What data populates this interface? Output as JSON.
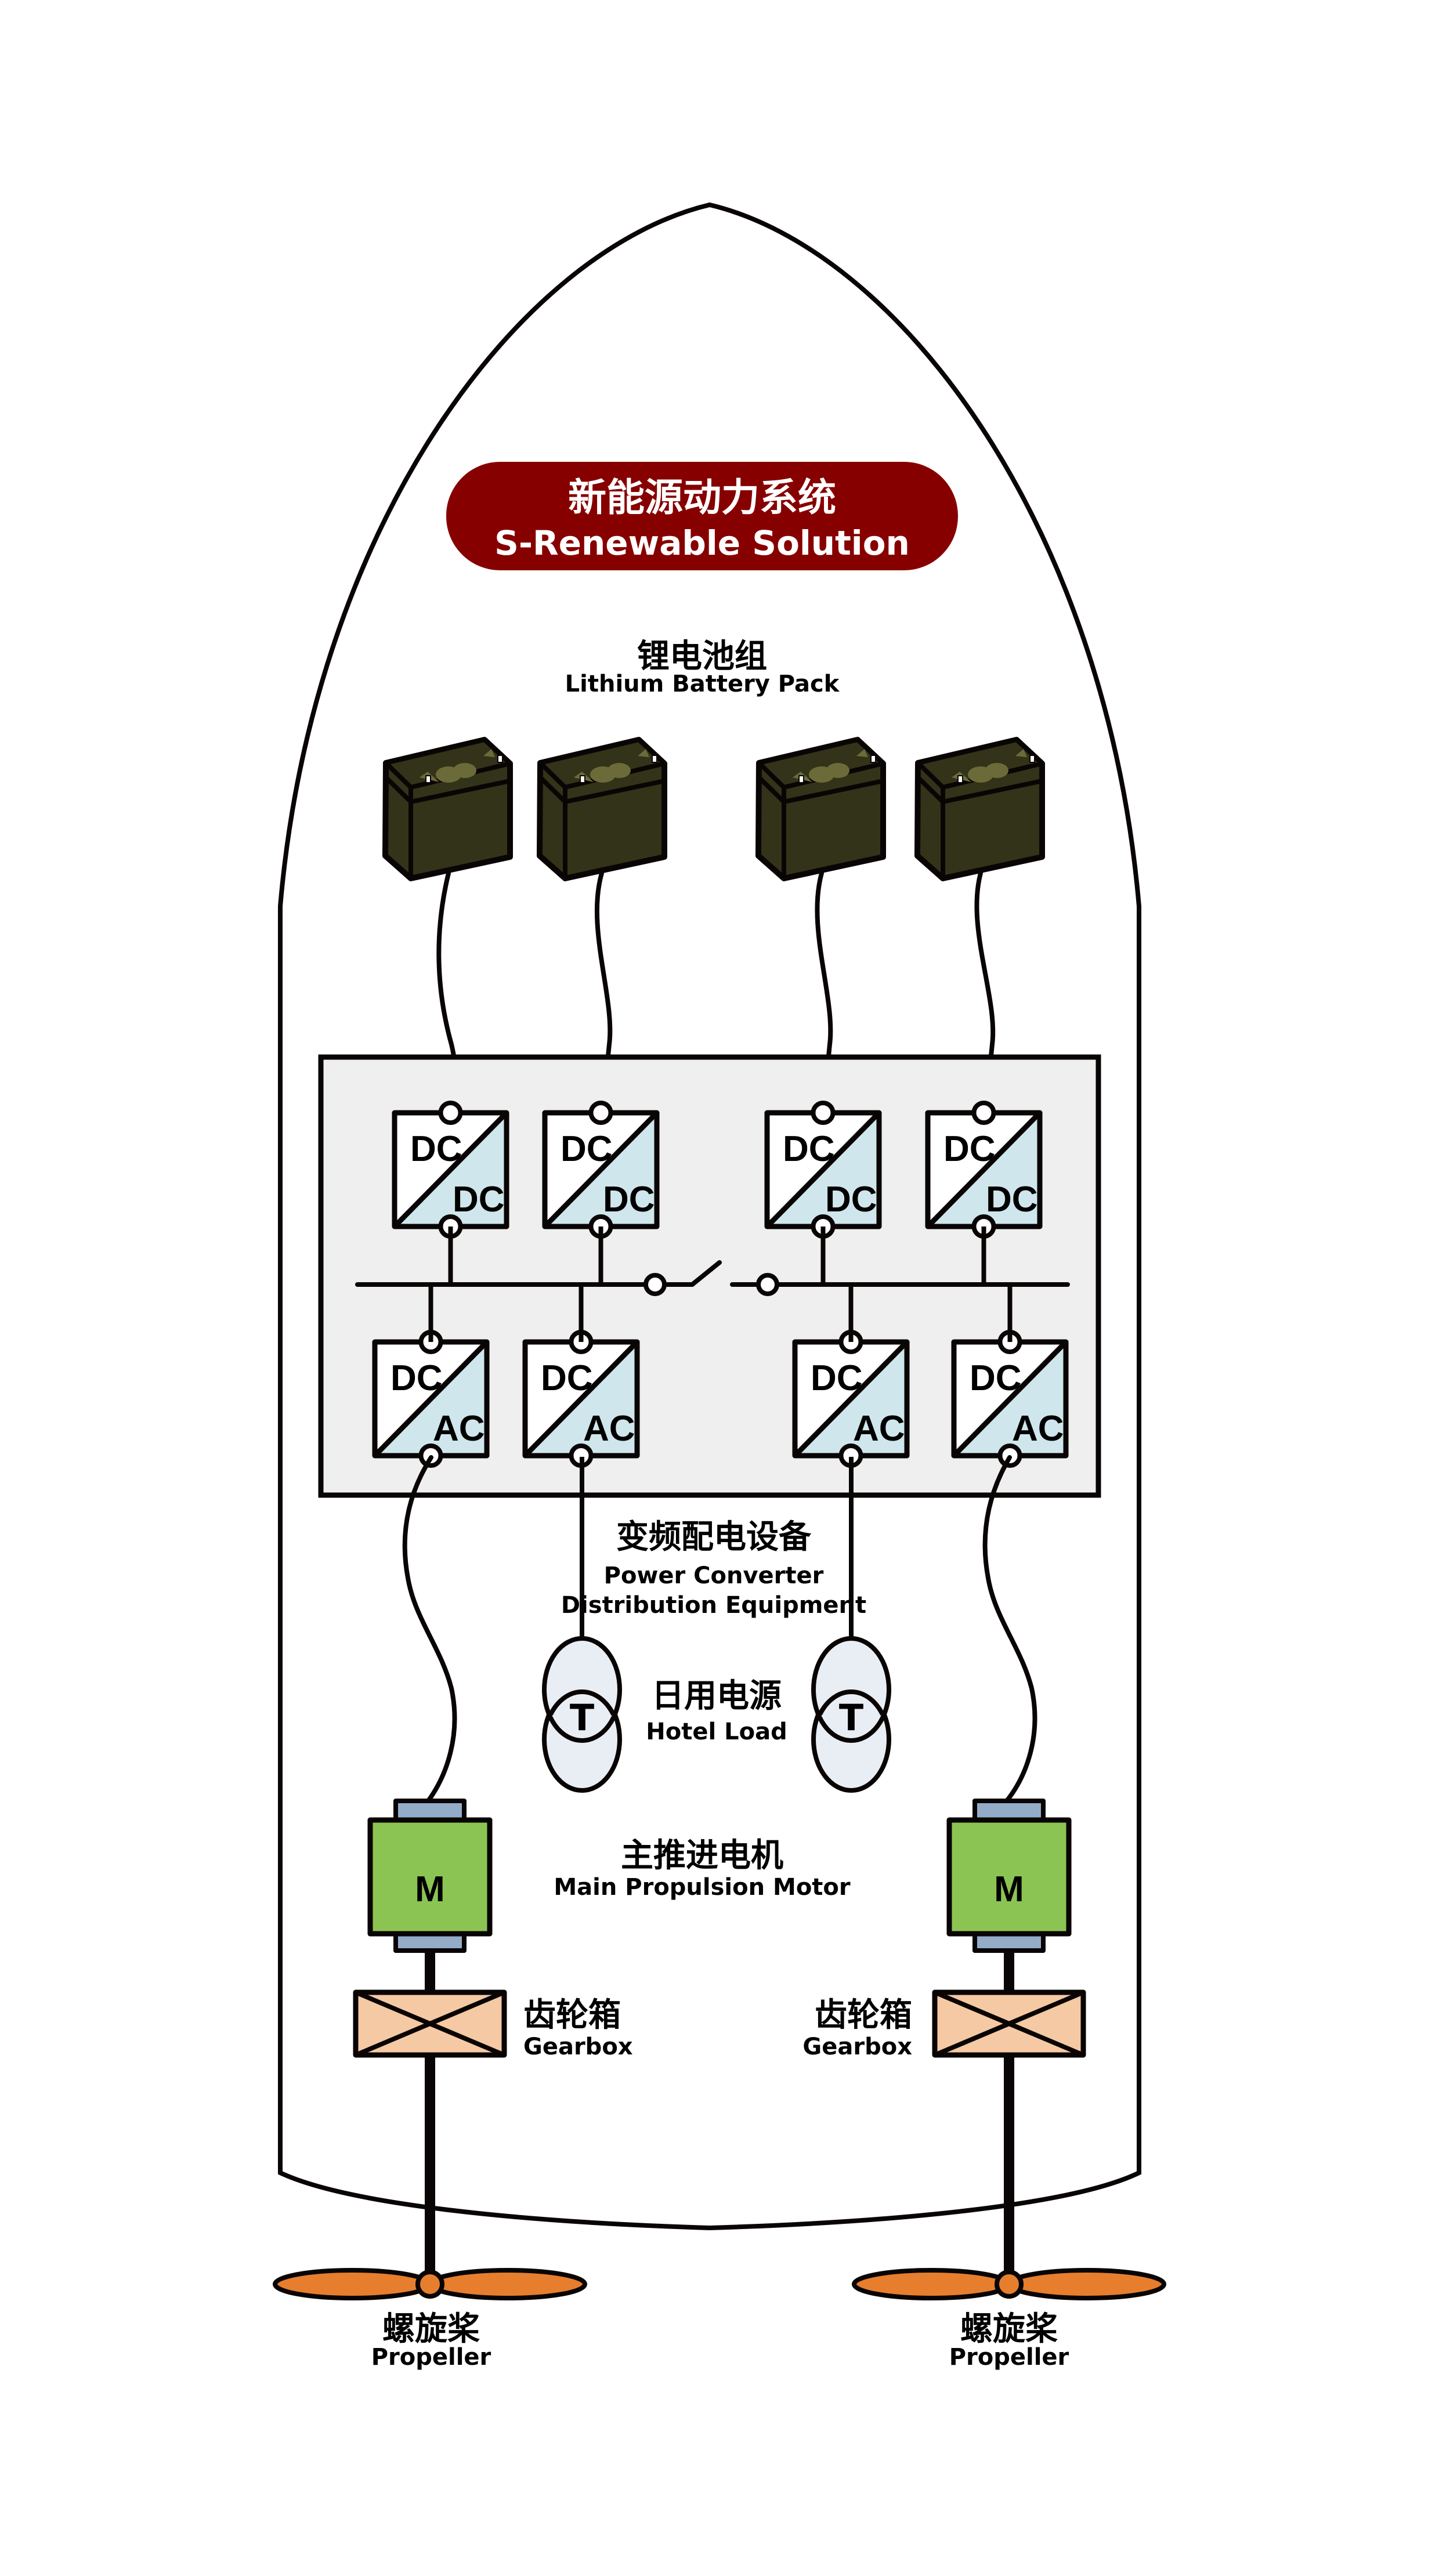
{
  "title": {
    "cn": "新能源动力系统",
    "en": "S-Renewable Solution",
    "bg_color": "#870000"
  },
  "battery_pack": {
    "label_cn": "锂电池组",
    "label_en": "Lithium Battery Pack",
    "count": 4,
    "body_color": "#333319",
    "top_accent_color": "#6b6b3a"
  },
  "converters": {
    "label_cn": "变频配电设备",
    "label_en_line1": "Power Converter",
    "label_en_line2": "Distribution Equipment",
    "panel_color": "#efefef",
    "fill_color": "#cfe6ec",
    "dcdc": [
      {
        "top": "DC",
        "bottom": "DC"
      },
      {
        "top": "DC",
        "bottom": "DC"
      },
      {
        "top": "DC",
        "bottom": "DC"
      },
      {
        "top": "DC",
        "bottom": "DC"
      }
    ],
    "dcac": [
      {
        "top": "DC",
        "bottom": "AC"
      },
      {
        "top": "DC",
        "bottom": "AC"
      },
      {
        "top": "DC",
        "bottom": "AC"
      },
      {
        "top": "DC",
        "bottom": "AC"
      }
    ],
    "bus_tie_switch": "open"
  },
  "hotel_load": {
    "label_cn": "日用电源",
    "label_en": "Hotel Load",
    "transformer_symbol": "T",
    "fill_color": "#e9eef4"
  },
  "motors": {
    "label_cn": "主推进电机",
    "label_en": "Main Propulsion Motor",
    "symbol": "M",
    "color": "#8bc453",
    "flange_color": "#93adc9"
  },
  "gearbox": {
    "label_cn": "齿轮箱",
    "label_en": "Gearbox",
    "color": "#f5c9a4"
  },
  "propeller": {
    "label_cn": "螺旋桨",
    "label_en": "Propeller",
    "color": "#e67e2e"
  }
}
